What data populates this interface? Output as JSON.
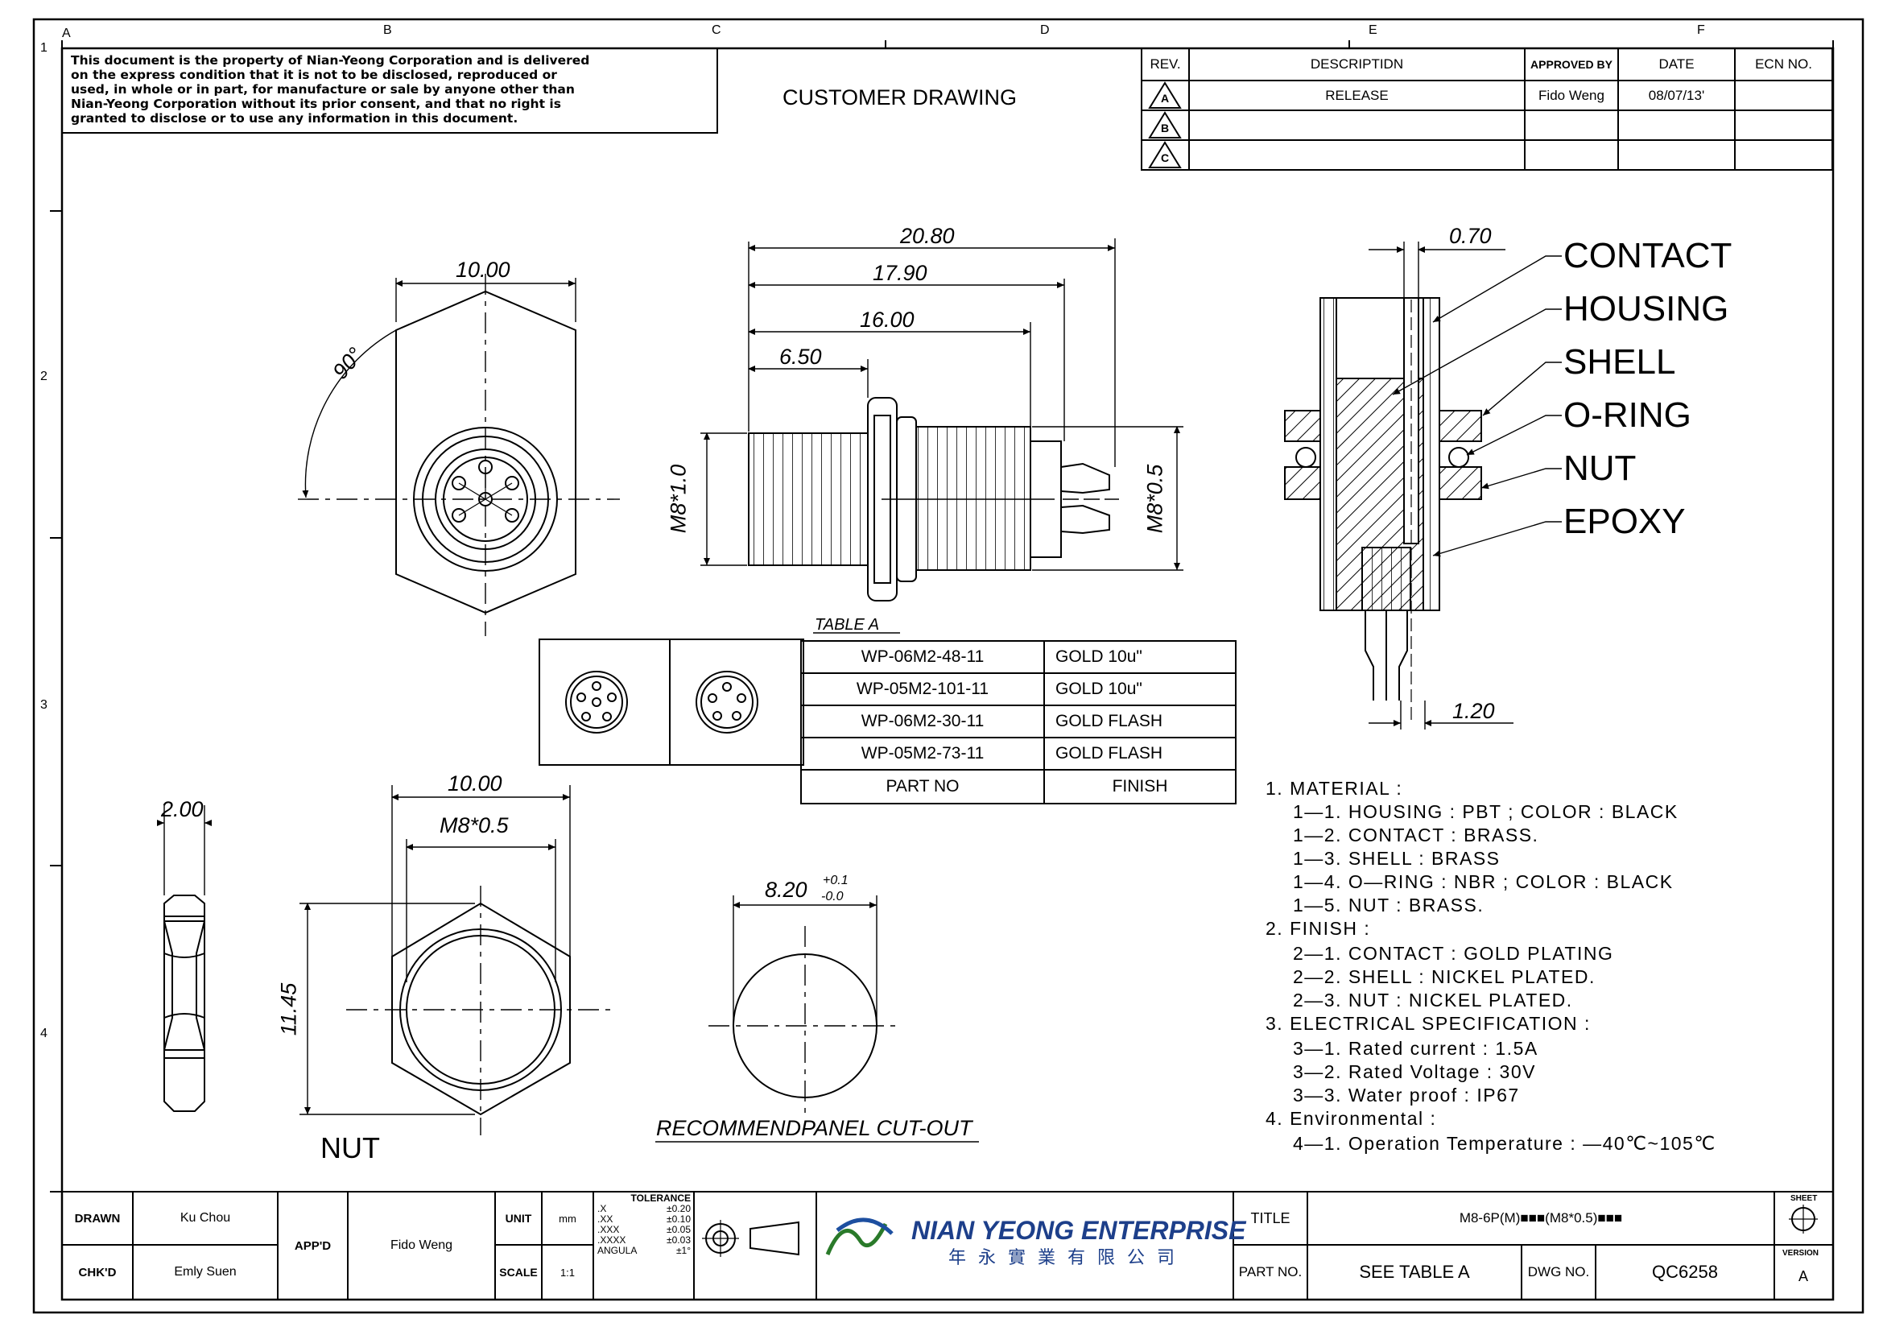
{
  "zones": {
    "columns": [
      "A",
      "B",
      "C",
      "D",
      "E",
      "F"
    ],
    "rows": [
      "1",
      "2",
      "3",
      "4"
    ]
  },
  "notice": [
    "This document is the property of Nian-Yeong Corporation and is delivered",
    "on  the  express condition that it is not to be disclosed, reproduced or",
    "used, in whole or in part, for manufacture or sale by anyone other than",
    "Nian-Yeong Corporation without  its prior consent, and that  no right  is",
    "granted to disclose or to use any information in this  document."
  ],
  "drawing_title": "CUSTOMER  DRAWING",
  "revision_table": {
    "headers": [
      "REV.",
      "DESCRIPTIDN",
      "APPROVED BY",
      "DATE",
      "ECN NO."
    ],
    "rows": [
      {
        "rev": "A",
        "description": "RELEASE",
        "approved": "Fido Weng",
        "date": "08/07/13'",
        "ecn": ""
      },
      {
        "rev": "B",
        "description": "",
        "approved": "",
        "date": "",
        "ecn": ""
      },
      {
        "rev": "C",
        "description": "",
        "approved": "",
        "date": "",
        "ecn": ""
      }
    ]
  },
  "front_view": {
    "width_dim": "10.00",
    "angle": "90°"
  },
  "side_view": {
    "dims": [
      "20.80",
      "17.90",
      "16.00",
      "6.50"
    ],
    "thread_left": "M8*1.0",
    "thread_right": "M8*0.5"
  },
  "section_view": {
    "top_dim": "0.70",
    "bottom_dim": "1.20",
    "callouts": [
      "CONTACT",
      "HOUSING",
      "SHELL",
      "O-RING",
      "NUT",
      "EPOXY"
    ]
  },
  "table_a": {
    "title": "TABLE A",
    "rows": [
      {
        "part": "WP-06M2-48-11",
        "finish": "GOLD  10u\""
      },
      {
        "part": "WP-05M2-101-11",
        "finish": "GOLD  10u\""
      },
      {
        "part": "WP-06M2-30-11",
        "finish": "GOLD  FLASH"
      },
      {
        "part": "WP-05M2-73-11",
        "finish": "GOLD  FLASH"
      }
    ],
    "header_part": "PART  NO",
    "header_finish": "FINISH"
  },
  "nut_view": {
    "thickness": "2.00",
    "width": "10.00",
    "thread": "M8*0.5",
    "height": "11.45",
    "label": "NUT"
  },
  "cutout_view": {
    "dim": "8.20",
    "tol_plus": "+0.1",
    "tol_minus": "-0.0",
    "label": "RECOMMENDPANEL  CUT-OUT"
  },
  "notes": [
    {
      "level": 0,
      "text": "1.  MATERIAL  :"
    },
    {
      "level": 1,
      "text": "1—1.  HOUSING  :  PBT  ;  COLOR  :  BLACK"
    },
    {
      "level": 1,
      "text": "1—2.  CONTACT  :     BRASS."
    },
    {
      "level": 1,
      "text": "1—3.  SHELL  :  BRASS"
    },
    {
      "level": 1,
      "text": "1—4.  O—RING  :  NBR  ;  COLOR  :  BLACK"
    },
    {
      "level": 1,
      "text": "1—5.  NUT  :  BRASS."
    },
    {
      "level": 0,
      "text": "2.  FINISH  :"
    },
    {
      "level": 1,
      "text": "2—1.  CONTACT  :  GOLD  PLATING"
    },
    {
      "level": 1,
      "text": "2—2.  SHELL  :  NICKEL  PLATED."
    },
    {
      "level": 1,
      "text": "2—3.  NUT  :  NICKEL  PLATED."
    },
    {
      "level": 0,
      "text": "3.  ELECTRICAL  SPECIFICATION  :"
    },
    {
      "level": 1,
      "text": "3—1.  Rated  current  :  1.5A"
    },
    {
      "level": 1,
      "text": "3—2.  Rated  Voltage  :  30V"
    },
    {
      "level": 1,
      "text": "3—3.  Water  proof  :  IP67"
    },
    {
      "level": 0,
      "text": "4.  Environmental  :"
    },
    {
      "level": 1,
      "text": "4—1.  Operation  Temperature  :  —40℃~105℃"
    }
  ],
  "title_block": {
    "drawn_label": "DRAWN",
    "drawn": "Ku Chou",
    "chkd_label": "CHK'D",
    "chkd": "Emly Suen",
    "appd_label": "APP'D",
    "appd": "Fido Weng",
    "unit_label": "UNIT",
    "unit": "mm",
    "scale_label": "SCALE",
    "scale": "1:1",
    "tolerance_label": "TOLERANCE",
    "tolerances": [
      {
        "k": ".X",
        "v": "±0.20"
      },
      {
        "k": ".XX",
        "v": "±0.10"
      },
      {
        "k": ".XXX",
        "v": "±0.05"
      },
      {
        "k": ".XXXX",
        "v": "±0.03"
      },
      {
        "k": "ANGULA",
        "v": "±1°"
      }
    ],
    "company": "NIAN YEONG ENTERPRISE",
    "company_cn": "年 永 實 業 有 限 公 司",
    "title_label": "TITLE",
    "title": "M8-6P(M)■■■(M8*0.5)■■■",
    "partno_label": "PART NO.",
    "partno": "SEE  TABLE  A",
    "dwgno_label": "DWG NO.",
    "dwgno": "QC6258",
    "sheet_label": "SHEET",
    "version_label": "VERSION",
    "version": "A"
  }
}
